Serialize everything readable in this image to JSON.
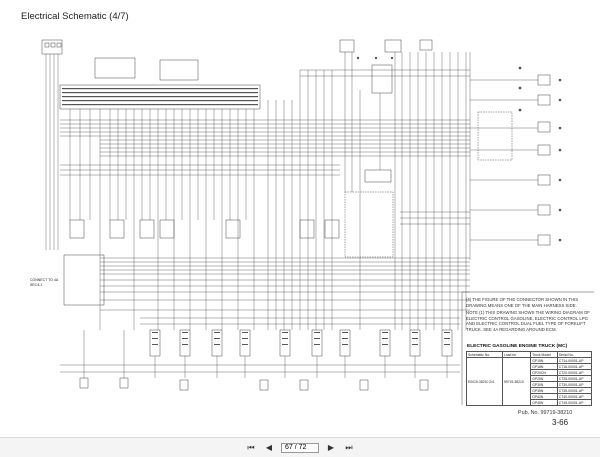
{
  "page": {
    "title": "Electrical Schematic (4/7)",
    "connect_label": "CONNECT TO 4A SEC4-1",
    "notes": [
      "(4)  THE FIGURE OF THE CONNECTOR SHOWN IN THIS DRAWING MEANS ONE OF THE MAIN HARNESS SIDE.",
      "NOTE (1)  THIS DRAWING SHOWS THE WIRING DIAGRAM OF ELECTRIC CONTROL GASOLINE, ELECTRIC CONTROL LPG AND ELECTRIC CONTROL DUAL FUEL TYPE OF FORKLIFT TRUCK. SEE 4A REGARDING AROUND ECM."
    ],
    "title_block": {
      "title": "ELECTRIC GASOLINE ENGINE TRUCK (MC)",
      "headers": [
        "Schematic No.",
        "Load for",
        "Truck Model",
        "Serial No."
      ],
      "schematic_no": "E0019-38210 2/4",
      "load_for": "99719-38210",
      "rows": [
        [
          "GP15N",
          "CT14-00001-UP"
        ],
        [
          "GP18N",
          "CT16-00001-UP"
        ],
        [
          "GP20CN",
          "CT20-00001-UP"
        ],
        [
          "GP25N",
          "CT25-00001-UP"
        ],
        [
          "GP30N",
          "CT30-00001-UP"
        ],
        [
          "GP35N",
          "CT35-00001-UP"
        ],
        [
          "GP40N",
          "CT40-00001-UP"
        ],
        [
          "GP45N",
          "CT45-00001-UP"
        ]
      ]
    },
    "pub_no": "Pub. No. 99719-38210",
    "page_number": "3-66"
  },
  "viewer": {
    "page_value": "67 / 72",
    "first_icon": "first-page-icon",
    "prev_icon": "prev-page-icon",
    "next_icon": "next-page-icon",
    "last_icon": "last-page-icon"
  }
}
